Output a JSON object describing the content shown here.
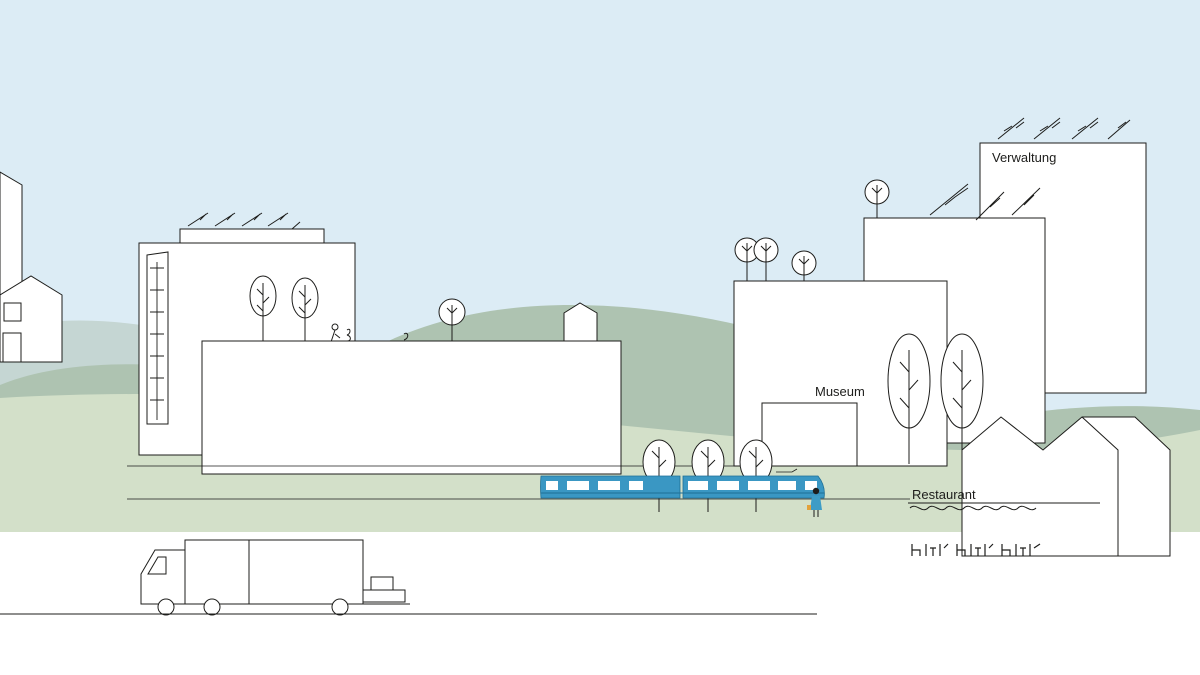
{
  "scene": {
    "labels": {
      "administration": "Verwaltung",
      "museum": "Museum",
      "restaurant": "Restaurant"
    },
    "colors": {
      "sky": "#dcecf5",
      "hill_back": "#c5d6d3",
      "hill_mid": "#aec3b1",
      "ground": "#d3e0c9",
      "building_fill": "#ffffff",
      "outline": "#1d1d1b",
      "tram_blue": "#3a97c3",
      "tram_dark": "#1f6f96",
      "person_coat": "#3d9cc6",
      "person_bag": "#e2a23b"
    },
    "icons": {
      "tram": "tram-icon",
      "truck": "truck-icon",
      "person": "person-icon",
      "tree": "tree-icon",
      "solar_panel": "solar-panel-icon"
    }
  }
}
